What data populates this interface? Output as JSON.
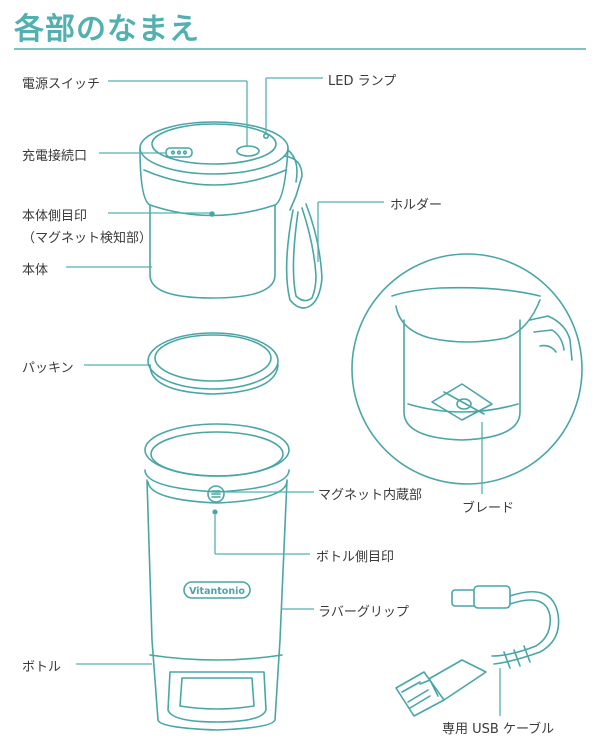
{
  "title": "各部のなまえ",
  "labels": {
    "power_switch": "電源スイッチ",
    "charge_port": "充電接続口",
    "body_mark": "本体側目印",
    "body_mark_sub": "（マグネット検知部）",
    "body": "本体",
    "led_lamp": "LED ランプ",
    "holder": "ホルダー",
    "packing": "パッキン",
    "blade": "ブレード",
    "magnet_part": "マグネット内蔵部",
    "bottle_mark": "ボトル側目印",
    "rubber_grip": "ラバーグリップ",
    "bottle": "ボトル",
    "usb_cable": "専用 USB ケーブル"
  },
  "brand_logo": "Vitantonio",
  "colors": {
    "accent": "#53b0b0",
    "line": "#4aa6a6",
    "fill": "#ffffff"
  }
}
